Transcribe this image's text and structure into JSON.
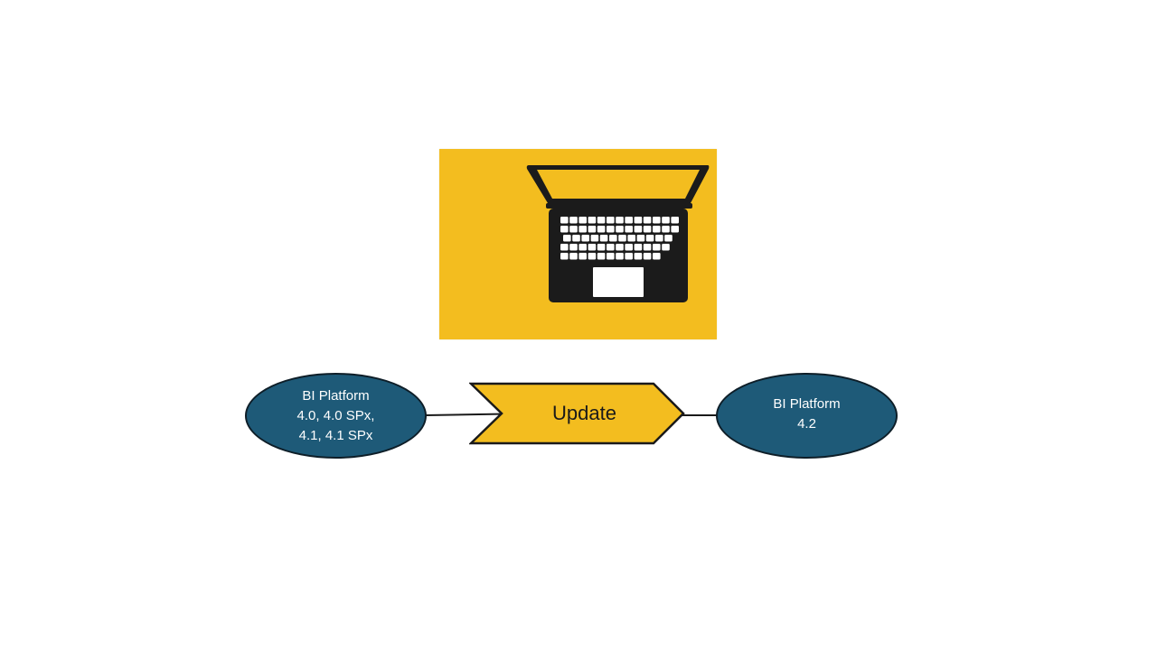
{
  "diagram": {
    "source_node": {
      "lines": [
        "BI Platform",
        "4.0, 4.0 SPx,",
        "4.1, 4.1 SPx"
      ]
    },
    "action": {
      "label": "Update"
    },
    "target_node": {
      "lines": [
        "BI Platform",
        "4.2"
      ]
    },
    "illustration": {
      "icon": "laptop-icon"
    }
  },
  "colors": {
    "tile_background": "#f3bd1f",
    "node_fill": "#1e5a78",
    "node_text": "#ffffff",
    "chevron_fill": "#f3bd1f",
    "outline": "#1a1a1a"
  }
}
